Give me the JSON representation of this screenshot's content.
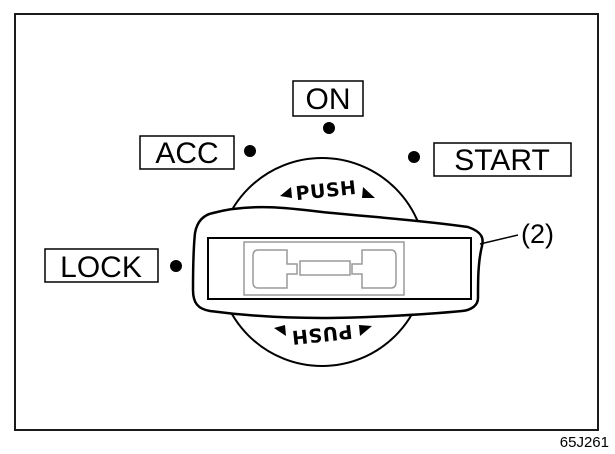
{
  "positions": {
    "on": "ON",
    "acc": "ACC",
    "start": "START",
    "lock": "LOCK"
  },
  "knob": {
    "push_top": "PUSH",
    "push_bottom": "PUSH"
  },
  "callout": {
    "label": "(2)"
  },
  "figure_code": "65J261"
}
